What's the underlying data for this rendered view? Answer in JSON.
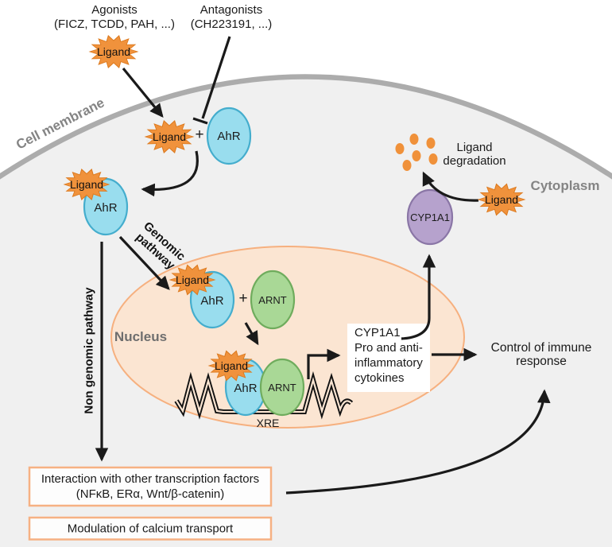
{
  "labels": {
    "agonists_line1": "Agonists",
    "agonists_line2": "(FICZ, TCDD, PAH, ...)",
    "antagonists_line1": "Antagonists",
    "antagonists_line2": "(CH223191, ...)",
    "cell_membrane": "Cell membrane",
    "cytoplasm": "Cytoplasm",
    "nucleus": "Nucleus",
    "ligand": "Ligand",
    "plus": "+",
    "ahr": "AhR",
    "arnt": "ARNT",
    "cyp1a1": "CYP1A1",
    "xre": "XRE",
    "genomic_line1": "Genomic",
    "genomic_line2": "pathway",
    "non_genomic_pathway": "Non genomic pathway",
    "ligand_degradation_line1": "Ligand",
    "ligand_degradation_line2": "degradation",
    "cyp_box_line2": "Pro and anti-",
    "cyp_box_line3": "inflammatory",
    "cyp_box_line4": "cytokines",
    "control_line1": "Control of immune",
    "control_line2": "response",
    "box1_line1": "Interaction with other transcription factors",
    "box1_line2": "(NFκB, ERα, Wnt/β-catenin)",
    "box2_line1": "Modulation of calcium transport"
  },
  "colors": {
    "ligand_star_fill": "#F0923C",
    "ligand_star_edge": "#DC7A1F",
    "ahr_fill": "#99DDEE",
    "ahr_edge": "#44ADCD",
    "arnt_fill": "#A9D896",
    "arnt_edge": "#6FAC5D",
    "cyp1a1_fill": "#B6A2CD",
    "cyp1a1_edge": "#8A76A6",
    "nucleus_fill": "#FBE5D2",
    "nucleus_edge": "#F6B07F",
    "membrane": "#ACACAC",
    "cell_fill": "#F0F0F0",
    "outcome_box_border": "#F6B183",
    "arrow": "#1A1A1A"
  }
}
